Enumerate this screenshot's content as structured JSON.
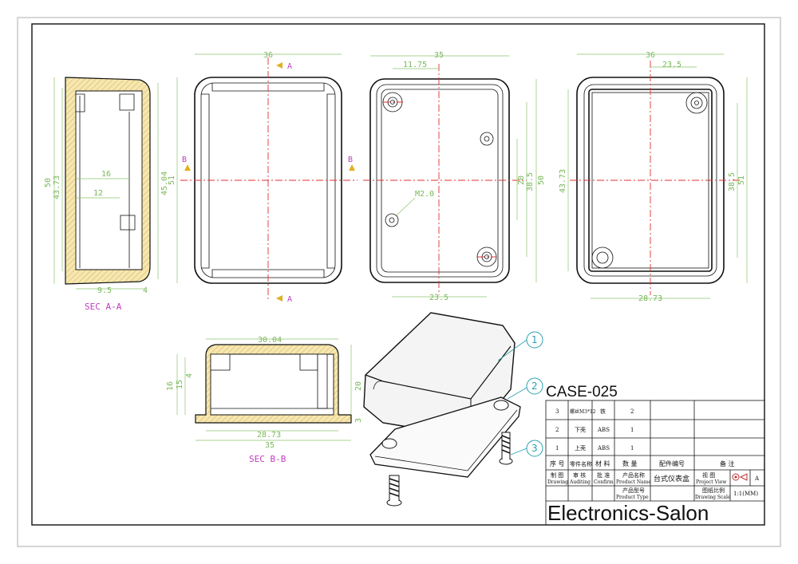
{
  "title_block": {
    "case_name": "CASE-025",
    "company": "Electronics-Salon",
    "rows": [
      {
        "no": "3",
        "part": "螺丝M3*12",
        "material": "铁",
        "qty": "2"
      },
      {
        "no": "2",
        "part": "下壳",
        "material": "ABS",
        "qty": "1"
      },
      {
        "no": "1",
        "part": "上壳",
        "material": "ABS",
        "qty": "1"
      }
    ],
    "header": {
      "no": "序 号",
      "part": "零件名称",
      "material": "材 料",
      "qty": "数 量",
      "code": "配件编号",
      "note": "备 注"
    },
    "drawing": {
      "cn": "制 图",
      "en": "Drawing"
    },
    "auditing": {
      "cn": "审 核",
      "en": "Auditing"
    },
    "confirm": {
      "cn": "批 准",
      "en": "Confirm"
    },
    "product_name_label": {
      "cn": "产品名称",
      "en": "Product Name"
    },
    "product_name": "台式仪表盒",
    "product_type_label": {
      "cn": "产品型号",
      "en": "Product Type"
    },
    "project_view_label": {
      "cn": "视 图",
      "en": "Project View"
    },
    "project_view_value": "A",
    "scale_label": {
      "cn": "图纸比例",
      "en": "Drawing Scale"
    },
    "scale_value": "1:1(MM)"
  },
  "section_labels": {
    "sec_a": "SEC A-A",
    "sec_b": "SEC B-B",
    "a": "A",
    "b": "B"
  },
  "callouts": [
    "1",
    "2",
    "3"
  ],
  "dims": {
    "sa_50": "50",
    "sa_4373": "43.73",
    "sa_4504": "45.04",
    "sa_16": "16",
    "sa_12": "12",
    "sa_95": "9.5",
    "sa_4": "4",
    "fv_36": "36",
    "fv_51": "51",
    "bv_35": "35",
    "bv_1175": "11.75",
    "bv_20": "20",
    "bv_385": "38.5",
    "bv_50": "50",
    "bv_235": "23.5",
    "bv_m2": "M2.0",
    "iv_36": "36",
    "iv_235": "23.5",
    "iv_4373": "43.73",
    "iv_385": "38.5",
    "iv_51": "51",
    "iv_2873": "28.73",
    "sb_3004": "30.04",
    "sb_16": "16",
    "sb_15": "15",
    "sb_4": "4",
    "sb_20": "20",
    "sb_3": "3",
    "sb_2873": "28.73",
    "sb_35": "35"
  },
  "colors": {
    "dimension": "#7ab85a",
    "label": "#c03cc0",
    "center": "#e03030",
    "callout": "#2aa0b0",
    "hatch": "#f2e0a0"
  }
}
